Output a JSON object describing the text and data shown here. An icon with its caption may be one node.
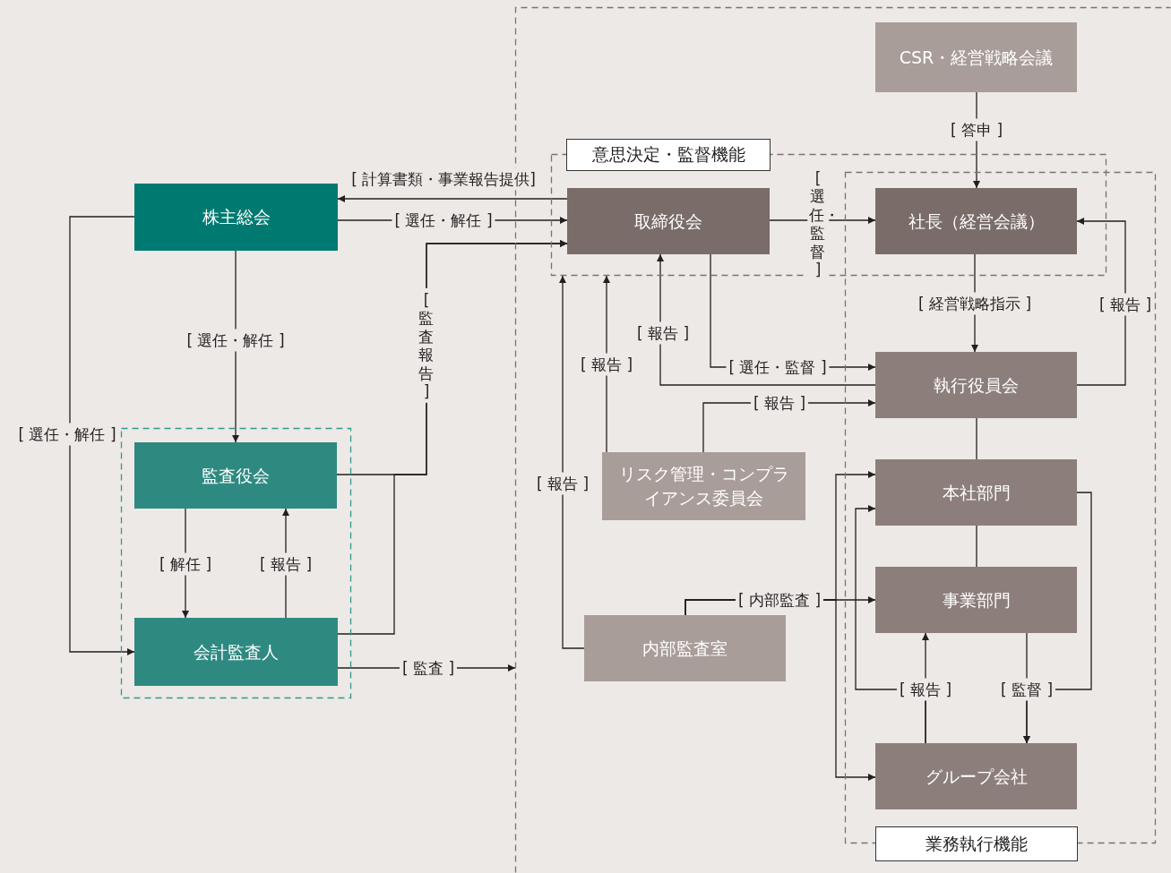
{
  "diagram": {
    "nodes": [
      {
        "text": [
          "株主総会"
        ]
      },
      {
        "text": [],
        "shape": "box"
      },
      {
        "text": [
          "監査役会"
        ],
        "in": 1
      },
      {
        "text": [
          "会計監査人"
        ],
        "in": 1
      },
      {
        "text": [],
        "shape": "box"
      },
      {
        "text": [
          "CSR・経営戦略会議"
        ],
        "in": 4
      },
      {
        "text": [
          "意思決定・監督機能"
        ],
        "in": 4
      },
      {
        "text": [
          "取締役会"
        ],
        "in": 6
      },
      {
        "text": [
          "業務執行機能"
        ],
        "in": 4
      },
      {
        "text": [
          "社長（経営会議）"
        ]
      },
      {
        "text": [
          "執行役員会"
        ],
        "in": 8
      },
      {
        "text": [
          "リスク管理・コンプライアンス委員会"
        ],
        "in": 4
      },
      {
        "text": [
          "本社部門"
        ],
        "in": 8
      },
      {
        "text": [
          "事業部門"
        ],
        "in": 8
      },
      {
        "text": [
          "内部監査室"
        ],
        "in": 4
      },
      {
        "text": [
          "グループ会社"
        ],
        "in": 8
      }
    ],
    "edges": [
      {
        "from": 7,
        "to": 0,
        "arrow": "to",
        "label": "[ 計算書類・事業報告提供]"
      },
      {
        "from": 0,
        "to": 7,
        "arrow": "to",
        "label": "[ 選任・解任 ]"
      },
      {
        "from": 2,
        "to": 7,
        "arrow": "to",
        "label": "[ 監査報告 ]"
      },
      {
        "from": 3,
        "to": 7,
        "arrow": "to"
      },
      {
        "from": 0,
        "to": 2,
        "arrow": "to",
        "label": "[ 選任・解任 ]"
      },
      {
        "from": 0,
        "to": 3,
        "arrow": "to",
        "label": "[ 選任・解任 ]"
      },
      {
        "from": 2,
        "to": 3,
        "arrow": "to",
        "label": "[ 解任 ]"
      },
      {
        "from": 3,
        "to": 2,
        "arrow": "to",
        "label": "[ 報告 ]"
      },
      {
        "from": 3,
        "to": 4,
        "arrow": "to",
        "label": "[ 監査 ]"
      },
      {
        "from": 5,
        "to": 9,
        "arrow": "to",
        "label": "[ 答申 ]"
      },
      {
        "from": 7,
        "to": 9,
        "arrow": "to",
        "label": "[ 選任・監督 ]"
      },
      {
        "from": 9,
        "to": 10,
        "arrow": "to",
        "label": "[ 経営戦略指示 ]"
      },
      {
        "from": 10,
        "to": 9,
        "arrow": "to",
        "label": "[ 報告 ]"
      },
      {
        "from": 7,
        "to": 10,
        "arrow": "to",
        "label": "[ 選任・監督 ]"
      },
      {
        "from": 10,
        "to": 7,
        "arrow": "to",
        "label": "[ 報告 ]"
      },
      {
        "from": 11,
        "to": 10,
        "arrow": "to",
        "label": "[ 報告 ]"
      },
      {
        "from": 11,
        "to": 6,
        "arrow": "to",
        "label": "[ 報告 ]"
      },
      {
        "from": 14,
        "to": 6,
        "arrow": "to",
        "label": "[ 報告 ]"
      },
      {
        "from": 10,
        "to": 12,
        "arrow": "none"
      },
      {
        "from": 12,
        "to": 13,
        "arrow": "none"
      },
      {
        "from": 14,
        "to": 13,
        "arrow": "to",
        "label": "[ 内部監査 ]"
      },
      {
        "from": 14,
        "to": 12,
        "arrow": "to"
      },
      {
        "from": 14,
        "to": 15,
        "arrow": "to"
      },
      {
        "from": 15,
        "to": 13,
        "arrow": "to",
        "label": "[ 報告 ]"
      },
      {
        "from": 15,
        "to": 12,
        "arrow": "to"
      },
      {
        "from": 13,
        "to": 15,
        "arrow": "to",
        "label": "[ 監督 ]"
      },
      {
        "from": 12,
        "to": 15,
        "arrow": "to"
      }
    ]
  }
}
